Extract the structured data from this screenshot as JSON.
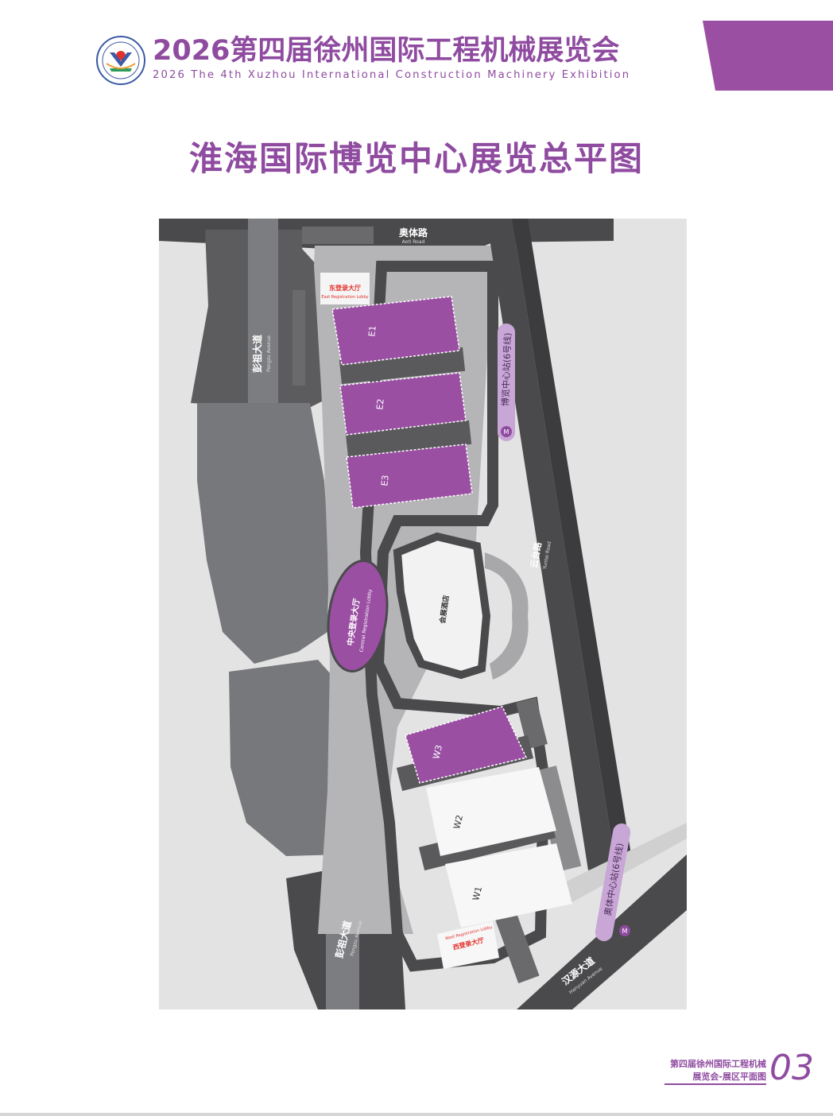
{
  "colors": {
    "brand_purple": "#8f4ba0",
    "hall_purple": "#9a4fa3",
    "road_dark": "#4a4a4c",
    "ground_light": "#dededf",
    "lake_gray": "#7b7c7f",
    "plaza_gray": "#bcbcbe",
    "label_red": "#e2312b"
  },
  "header": {
    "logo_icon": "exhibition-emblem-icon",
    "title": "2026第四届徐州国际工程机械展览会",
    "subtitle": "2026 The 4th Xuzhou International Construction Machinery Exhibition"
  },
  "page_title": "淮海国际博览中心展览总平图",
  "map": {
    "roads": {
      "north": {
        "cn": "奥体路",
        "en": "Aoti Road"
      },
      "west_upper": {
        "cn": "彭祖大道",
        "en": "Pengzu Avenue"
      },
      "west_lower": {
        "cn": "彭祖大道",
        "en": "Pengzu Avenue"
      },
      "east": {
        "cn": "云台路",
        "en": "Yuntai Road"
      },
      "south": {
        "cn": "汉源大道",
        "en": "Hanyuan Avenue"
      }
    },
    "halls": {
      "e1": "E1",
      "e2": "E2",
      "e3": "E3",
      "w1": "W1",
      "w2": "W2",
      "w3": "W3"
    },
    "lobbies": {
      "east": {
        "cn": "东登录大厅",
        "en": "East Registration Lobby"
      },
      "central": {
        "cn": "中央登录大厅",
        "en": "Central Registration Lobby"
      },
      "west": {
        "cn": "西登录大厅",
        "en": "West Registration Lobby"
      }
    },
    "hotel": "会展酒店",
    "metro": {
      "north_station": "博览中心站(6号线)",
      "south_station": "奥体中心站(6号线)",
      "icon": "metro-icon"
    }
  },
  "footer": {
    "line1": "第四届徐州国际工程机械",
    "line2": "展览会-展区平面图",
    "page_number": "03"
  }
}
